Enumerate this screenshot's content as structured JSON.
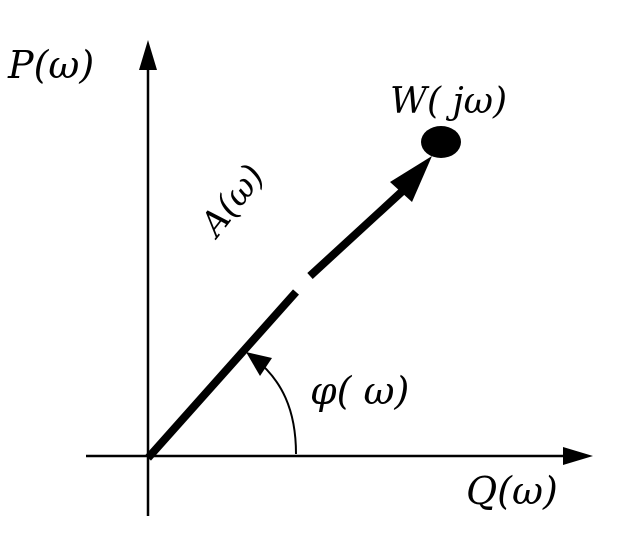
{
  "labels": {
    "vertical_axis": "P(ω)",
    "horizontal_axis": "Q(ω)",
    "point": "W( jω)",
    "magnitude": "A(ω)",
    "angle": "φ( ω)"
  },
  "colors": {
    "ink": "#000000",
    "background": "#ffffff"
  }
}
